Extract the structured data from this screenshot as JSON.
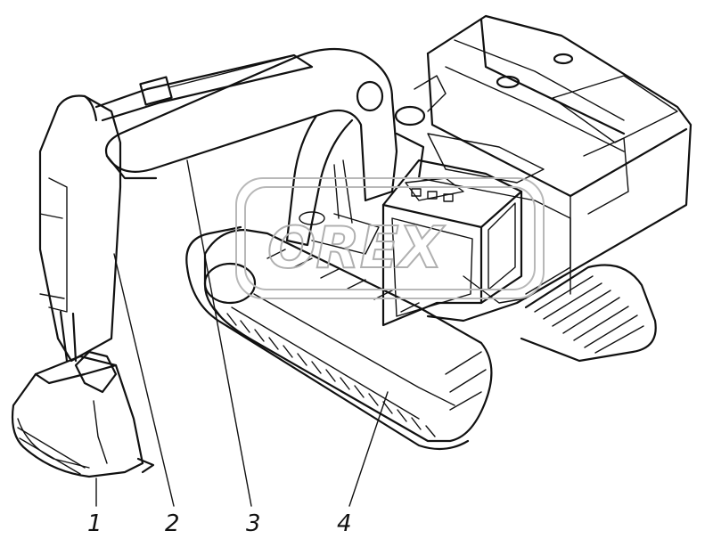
{
  "callouts": [
    {
      "id": "1",
      "label": "1"
    },
    {
      "id": "2",
      "label": "2"
    },
    {
      "id": "3",
      "label": "3"
    },
    {
      "id": "4",
      "label": "4"
    }
  ],
  "watermark": {
    "text": "OREX"
  },
  "colors": {
    "ink": "#111111",
    "watermark": "#b8b8b8",
    "background": "#ffffff"
  }
}
